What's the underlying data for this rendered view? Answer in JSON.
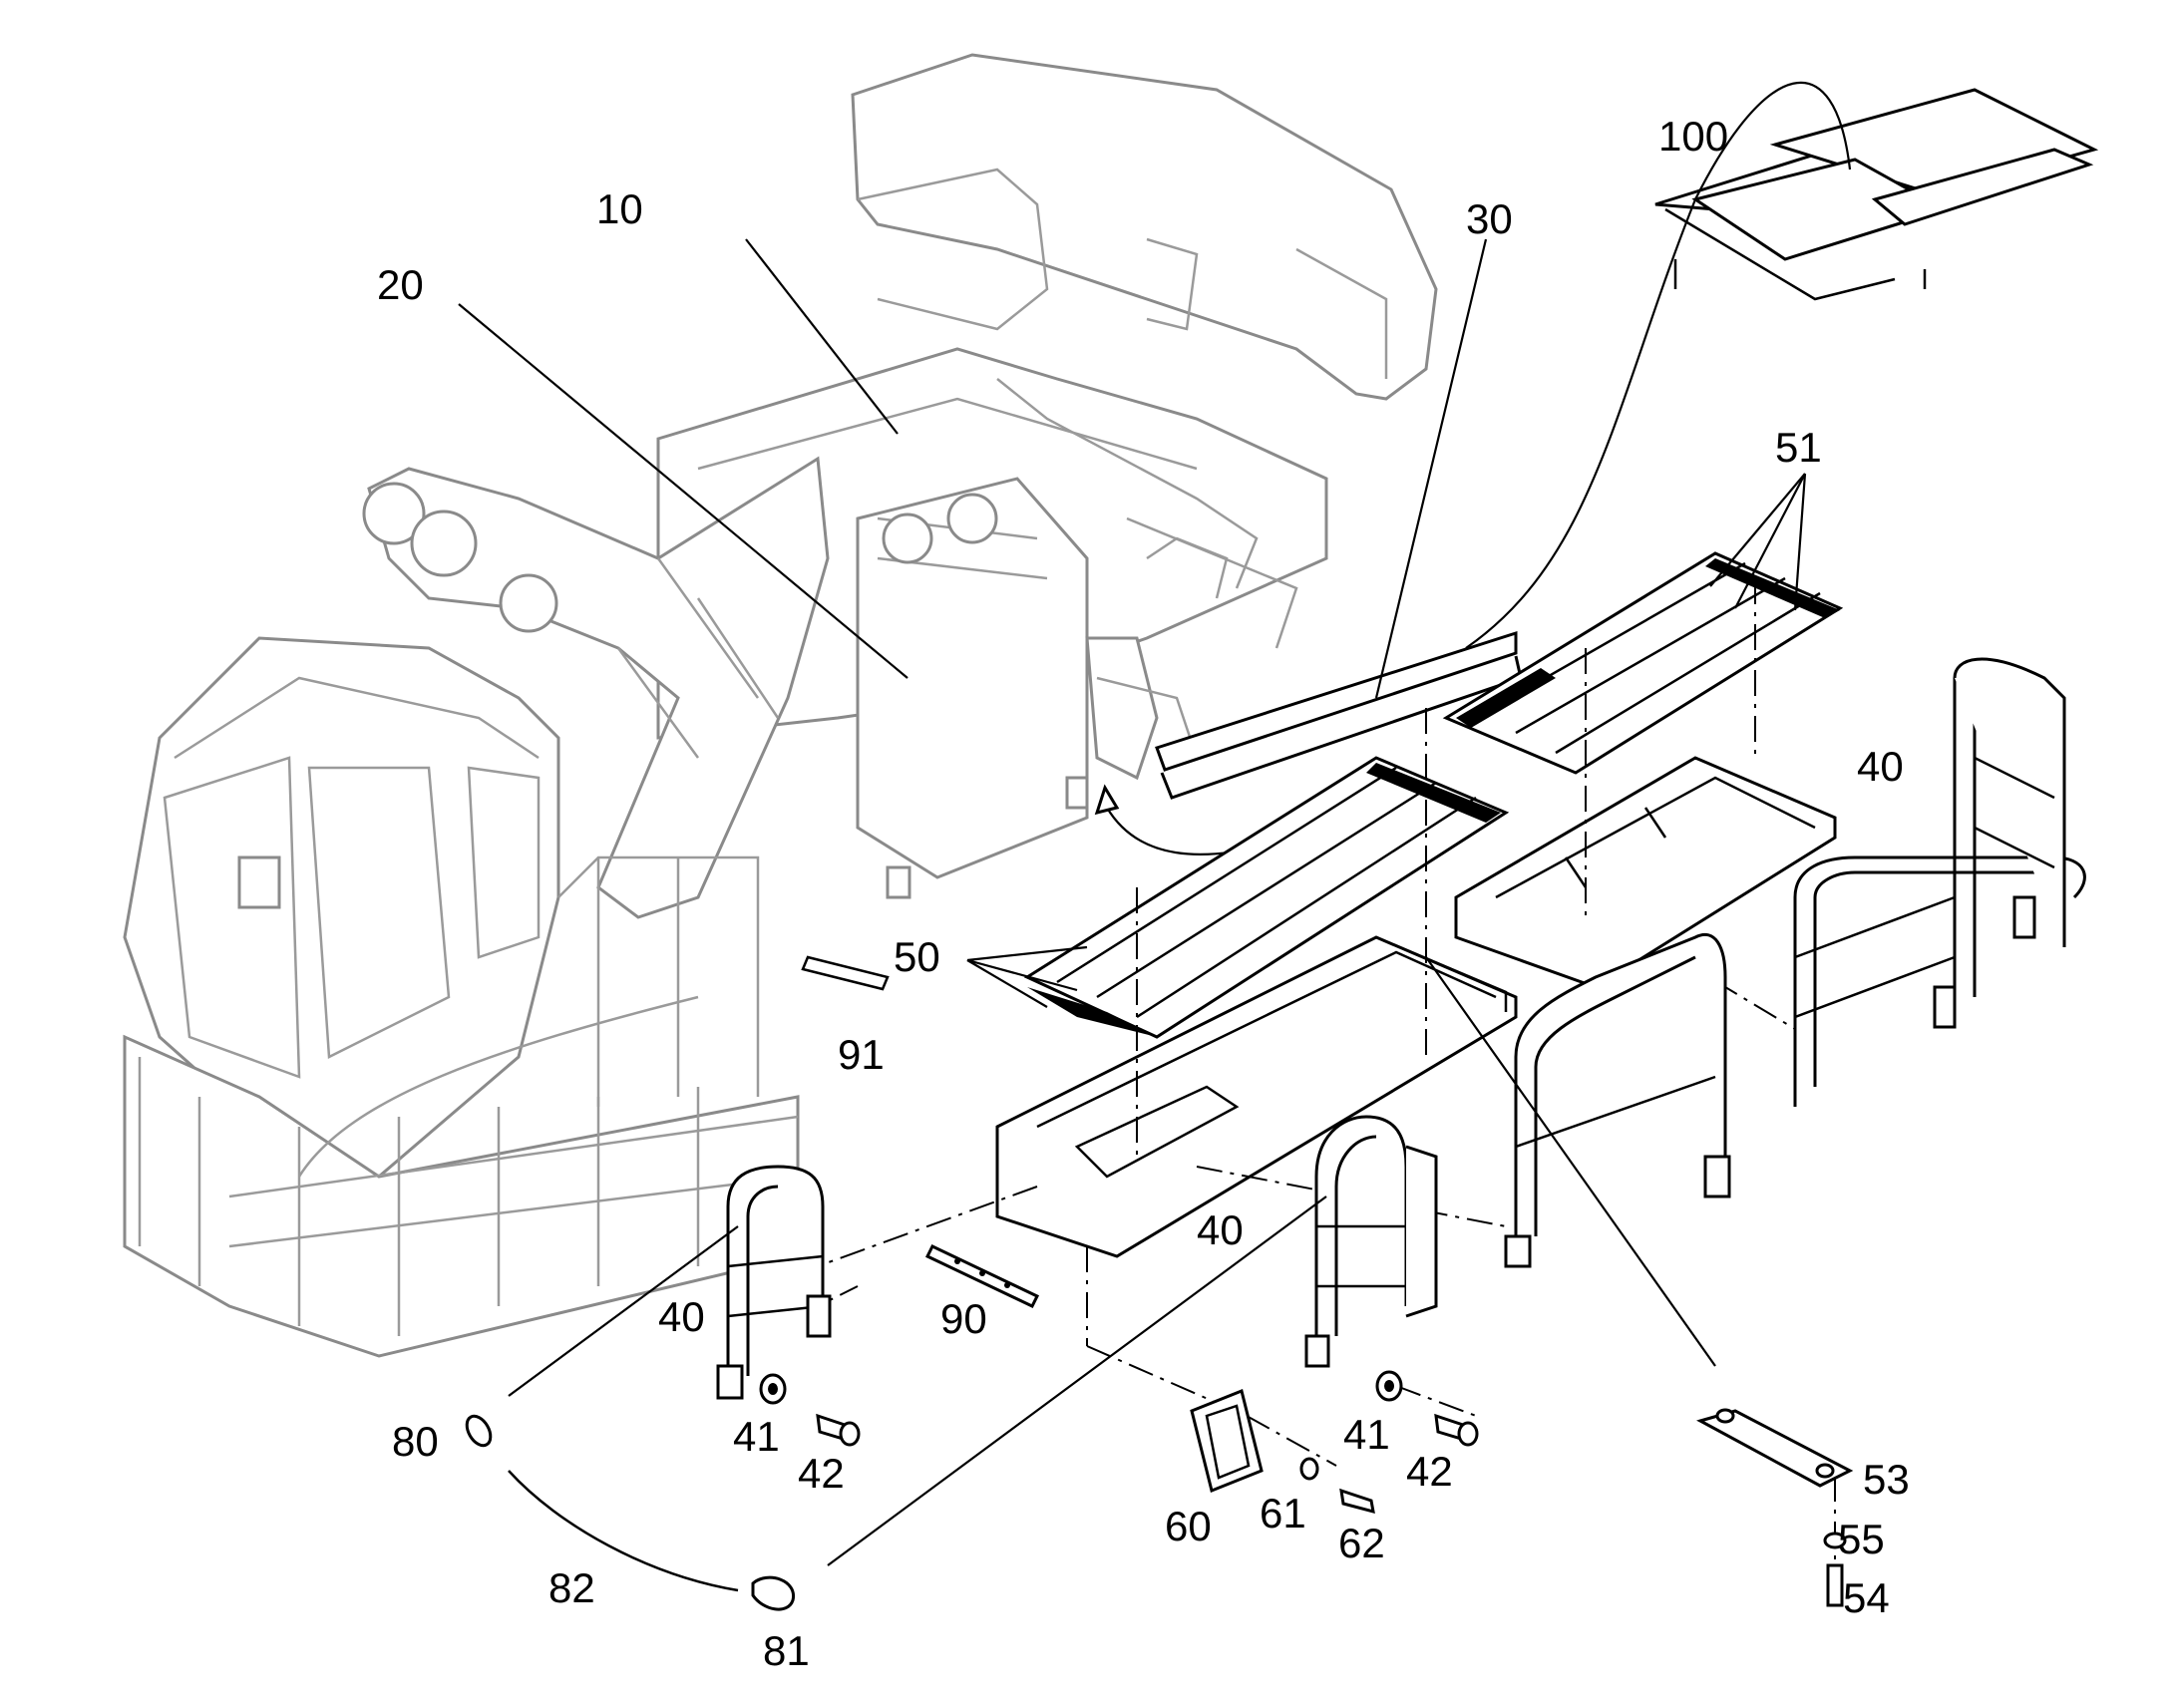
{
  "callouts": [
    {
      "id": "c10",
      "label": "10"
    },
    {
      "id": "c20",
      "label": "20"
    },
    {
      "id": "c30",
      "label": "30"
    },
    {
      "id": "c100",
      "label": "100"
    },
    {
      "id": "c51",
      "label": "51"
    },
    {
      "id": "c40a",
      "label": "40"
    },
    {
      "id": "c50",
      "label": "50"
    },
    {
      "id": "c91",
      "label": "91"
    },
    {
      "id": "c40b",
      "label": "40"
    },
    {
      "id": "c40c",
      "label": "40"
    },
    {
      "id": "c90",
      "label": "90"
    },
    {
      "id": "c80",
      "label": "80"
    },
    {
      "id": "c41a",
      "label": "41"
    },
    {
      "id": "c42a",
      "label": "42"
    },
    {
      "id": "c41b",
      "label": "41"
    },
    {
      "id": "c42b",
      "label": "42"
    },
    {
      "id": "c53",
      "label": "53"
    },
    {
      "id": "c55",
      "label": "55"
    },
    {
      "id": "c54",
      "label": "54"
    },
    {
      "id": "c60",
      "label": "60"
    },
    {
      "id": "c61",
      "label": "61"
    },
    {
      "id": "c62",
      "label": "62"
    },
    {
      "id": "c82",
      "label": "82"
    },
    {
      "id": "c81",
      "label": "81"
    }
  ]
}
